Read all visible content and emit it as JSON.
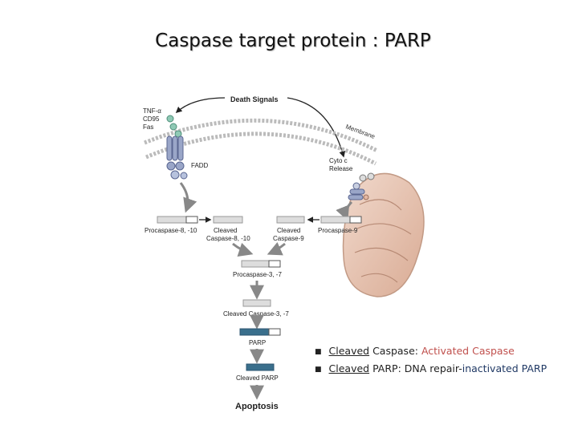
{
  "title": "Caspase target protein : PARP",
  "diagram": {
    "death_signals": "Death Signals",
    "receptors": [
      "TNF-α",
      "CD95",
      "Fas"
    ],
    "membrane": "Membrane",
    "fadd": "FADD",
    "cyto_c": [
      "Cyto c",
      "Release"
    ],
    "procaspase_8": "Procaspase-8, -10",
    "cleaved_caspase_8": [
      "Cleaved",
      "Caspase-8, -10"
    ],
    "cleaved_caspase_9": [
      "Cleaved",
      "Caspase-9"
    ],
    "procaspase_9": "Procaspase-9",
    "procaspase_3": "Procaspase-3, -7",
    "cleaved_caspase_3": "Cleaved Caspase-3, -7",
    "parp": "PARP",
    "cleaved_parp": "Cleaved PARP",
    "apoptosis": "Apoptosis"
  },
  "bullets": [
    {
      "underlined": "Cleaved",
      "plain": " Caspase: ",
      "accent": "Activated Caspase"
    },
    {
      "underlined": "Cleaved",
      "plain": " PARP: DNA repair-",
      "accent": "inactivated PARP"
    }
  ],
  "colors": {
    "accent_red": "#c0504d",
    "accent_navy": "#1f3864",
    "parp_bar": "#3a6f8c",
    "mito": "#e8c9b8"
  }
}
